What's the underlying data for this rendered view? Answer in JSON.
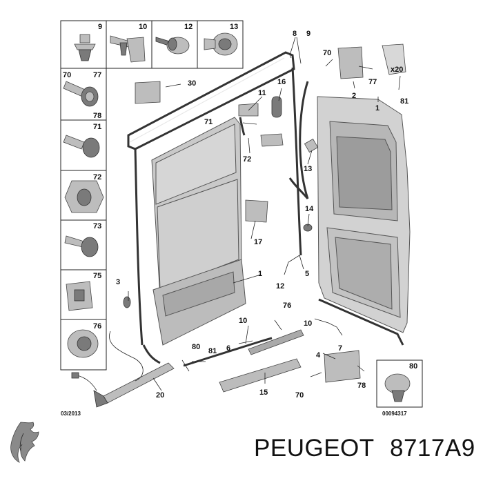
{
  "diagram": {
    "date_code": "03/2013",
    "ref_number": "00094317",
    "thumbnails": [
      {
        "label": "9"
      },
      {
        "label": "10"
      },
      {
        "label": "12"
      },
      {
        "label": "13"
      },
      {
        "label_a": "70",
        "label_b": "77",
        "label_c": "78"
      },
      {
        "label": "71"
      },
      {
        "label": "72"
      },
      {
        "label": "73"
      },
      {
        "label": "75"
      },
      {
        "label": "76"
      }
    ],
    "callouts": {
      "c1a": "1",
      "c1b": "1",
      "c2": "2",
      "c3": "3",
      "c4": "4",
      "c5": "5",
      "c6": "6",
      "c7": "7",
      "c8": "8",
      "c9": "9",
      "c10a": "10",
      "c10b": "10",
      "c11": "11",
      "c12": "12",
      "c13": "13",
      "c14": "14",
      "c15": "15",
      "c16": "16",
      "c17": "17",
      "c20": "20",
      "c30": "30",
      "c70a": "70",
      "c70b": "70",
      "c71": "71",
      "c72": "72",
      "c76": "76",
      "c77": "77",
      "c78": "78",
      "c80a": "80",
      "c80b": "80",
      "c81a": "81",
      "c81b": "81",
      "qty": "x20"
    }
  },
  "footer": {
    "brand": "PEUGEOT",
    "part_number": "8717A9"
  }
}
